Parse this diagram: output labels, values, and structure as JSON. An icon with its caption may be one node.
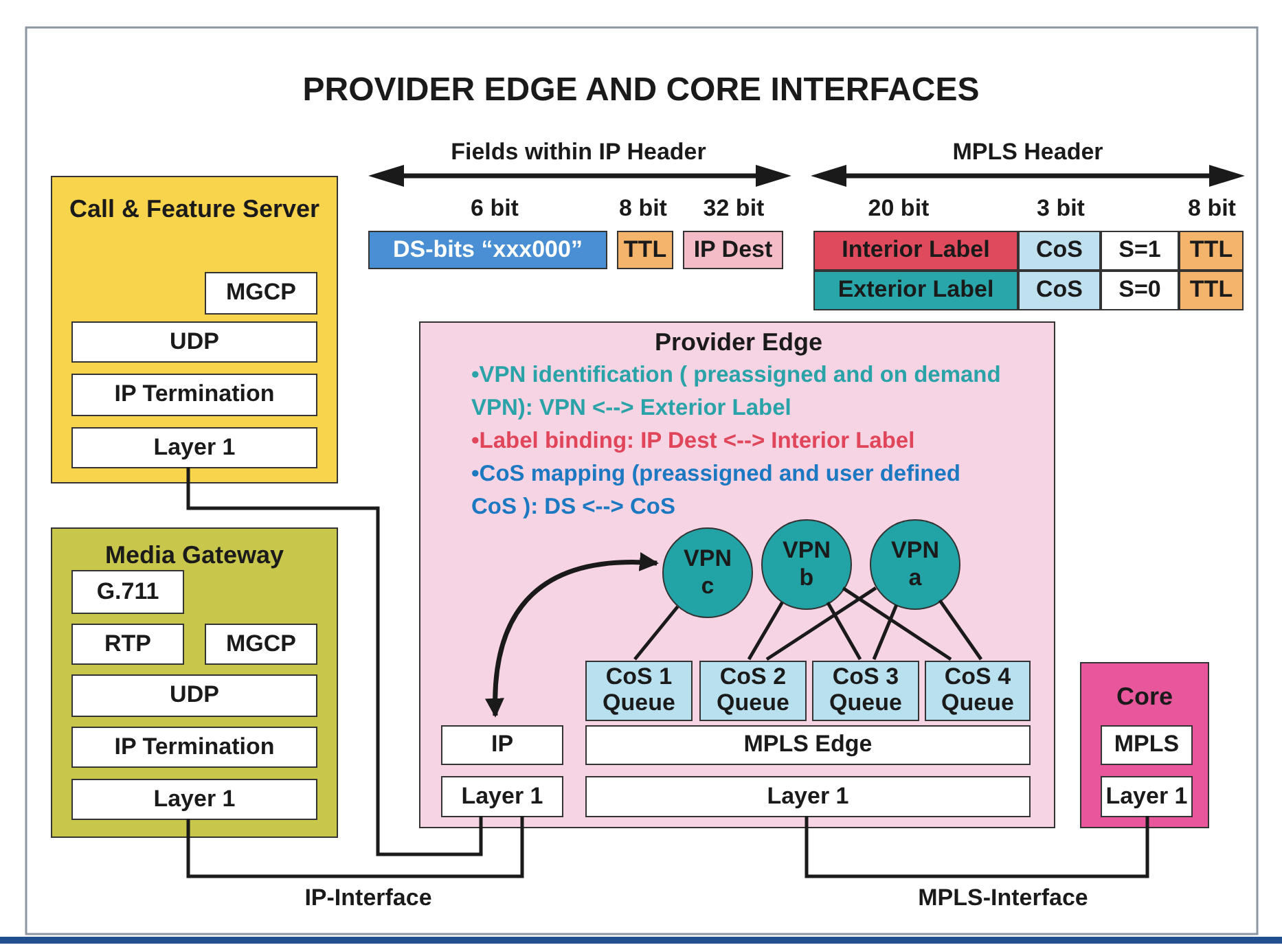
{
  "diagram": {
    "title": "PROVIDER EDGE AND CORE INTERFACES",
    "nodes": [
      {
        "text": [
          "Call & Feature Server"
        ]
      },
      {
        "text": [
          "MGCP"
        ],
        "in": 0
      },
      {
        "text": [
          "UDP"
        ],
        "in": 0
      },
      {
        "text": [
          "IP Termination"
        ],
        "in": 0
      },
      {
        "text": [
          "Layer 1"
        ],
        "in": 0
      },
      {
        "text": [
          "Media Gateway"
        ]
      },
      {
        "text": [
          "G.711"
        ],
        "in": 5
      },
      {
        "text": [
          "RTP"
        ],
        "in": 5
      },
      {
        "text": [
          "MGCP"
        ],
        "in": 5
      },
      {
        "text": [
          "UDP"
        ],
        "in": 5
      },
      {
        "text": [
          "IP Termination"
        ],
        "in": 5
      },
      {
        "text": [
          "Layer 1"
        ],
        "in": 5
      },
      {
        "text": [
          "Provider Edge",
          "•VPN identification ( preassigned and on demand VPN): VPN <--> Exterior Label",
          "•Label binding: IP Dest <--> Interior Label",
          "•CoS mapping (preassigned and user defined CoS ): DS <--> CoS"
        ]
      },
      {
        "text": [
          "VPN c"
        ],
        "in": 12
      },
      {
        "text": [
          "VPN b"
        ],
        "in": 12
      },
      {
        "text": [
          "VPN a"
        ],
        "in": 12
      },
      {
        "text": [
          "CoS 1 Queue"
        ],
        "in": 12
      },
      {
        "text": [
          "CoS 2 Queue"
        ],
        "in": 12
      },
      {
        "text": [
          "CoS 3 Queue"
        ],
        "in": 12
      },
      {
        "text": [
          "CoS 4 Queue"
        ],
        "in": 12
      },
      {
        "text": [
          "IP"
        ],
        "in": 12
      },
      {
        "text": [
          "MPLS Edge"
        ],
        "in": 12
      },
      {
        "text": [
          "Layer 1"
        ],
        "in": 12
      },
      {
        "text": [
          "Layer 1"
        ],
        "in": 12
      },
      {
        "text": [
          "Core"
        ]
      },
      {
        "text": [
          "MPLS"
        ],
        "in": 24
      },
      {
        "text": [
          "Layer 1"
        ],
        "in": 24
      },
      {
        "text": [
          "DS-bits “xxx000”"
        ]
      },
      {
        "text": [
          "TTL"
        ]
      },
      {
        "text": [
          "IP Dest"
        ]
      },
      {
        "text": [
          "Interior Label"
        ]
      },
      {
        "text": [
          "CoS"
        ]
      },
      {
        "text": [
          "S=1"
        ]
      },
      {
        "text": [
          "TTL"
        ]
      },
      {
        "text": [
          "Exterior Label"
        ]
      },
      {
        "text": [
          "CoS"
        ]
      },
      {
        "text": [
          "S=0"
        ]
      },
      {
        "text": [
          "TTL"
        ]
      }
    ],
    "edges": [
      {
        "from": 4,
        "to": 22,
        "arrow": "none"
      },
      {
        "from": 11,
        "to": 22,
        "arrow": "none",
        "label": "IP-Interface"
      },
      {
        "from": 23,
        "to": 26,
        "arrow": "none",
        "label": "MPLS-Interface"
      },
      {
        "from": 13,
        "to": 16,
        "arrow": "none"
      },
      {
        "from": 14,
        "to": 17,
        "arrow": "none"
      },
      {
        "from": 14,
        "to": 18,
        "arrow": "none"
      },
      {
        "from": 14,
        "to": 19,
        "arrow": "none"
      },
      {
        "from": 15,
        "to": 17,
        "arrow": "none"
      },
      {
        "from": 15,
        "to": 18,
        "arrow": "none"
      },
      {
        "from": 15,
        "to": 19,
        "arrow": "none"
      },
      {
        "from": 13,
        "to": 20,
        "arrow": "both"
      }
    ],
    "labels": [
      "Fields within IP Header",
      "MPLS Header",
      "6 bit",
      "8 bit",
      "32 bit",
      "20 bit",
      "3 bit",
      "8 bit"
    ]
  }
}
